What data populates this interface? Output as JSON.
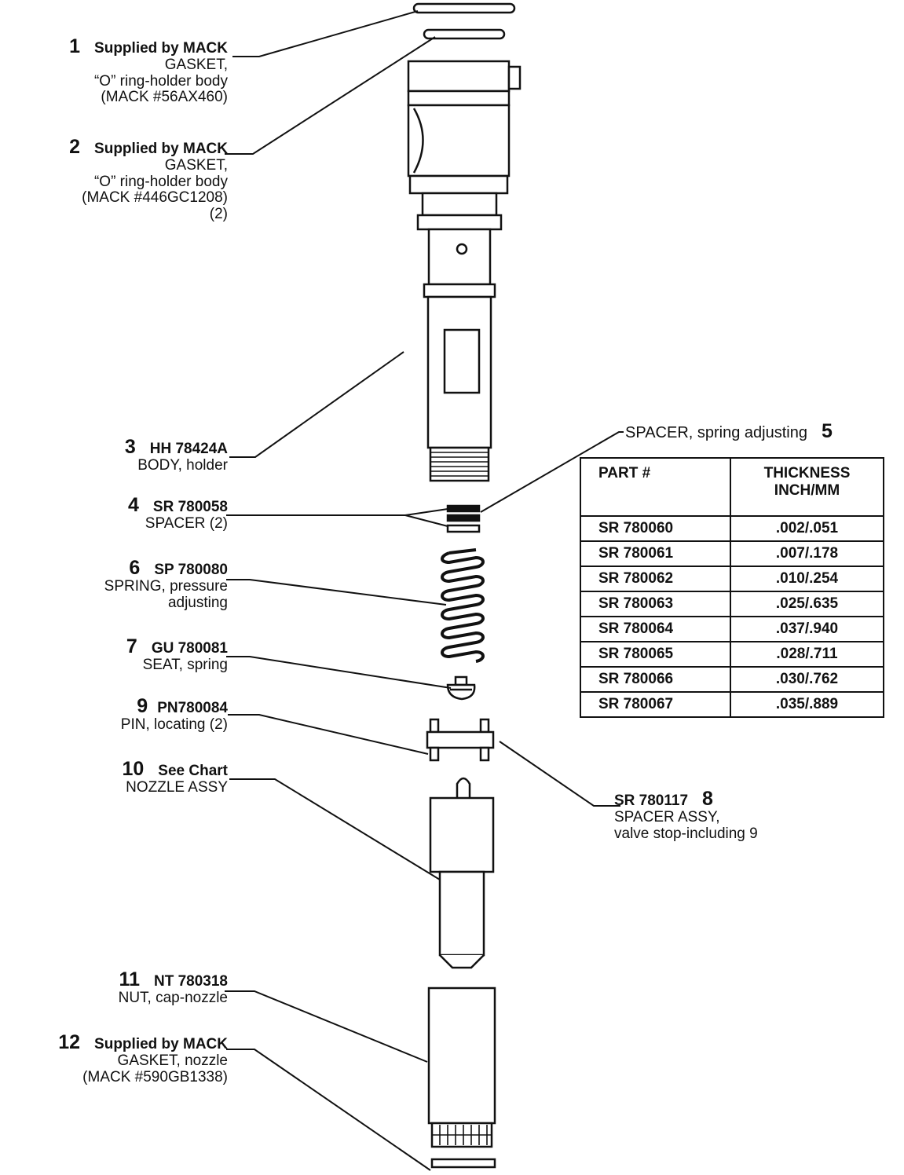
{
  "callouts": {
    "c1": {
      "num": "1",
      "part": "Supplied by MACK",
      "desc": [
        "GASKET,",
        "“O” ring-holder body",
        "(MACK #56AX460)"
      ]
    },
    "c2": {
      "num": "2",
      "part": "Supplied by MACK",
      "desc": [
        "GASKET,",
        "“O” ring-holder body",
        "(MACK #446GC1208)",
        "(2)"
      ]
    },
    "c3": {
      "num": "3",
      "part": "HH 78424A",
      "desc": [
        "BODY, holder"
      ]
    },
    "c4": {
      "num": "4",
      "part": "SR 780058",
      "desc": [
        "SPACER (2)"
      ]
    },
    "c5": {
      "num": "5",
      "label": "SPACER, spring adjusting"
    },
    "c6": {
      "num": "6",
      "part": "SP 780080",
      "desc": [
        "SPRING, pressure",
        "adjusting"
      ]
    },
    "c7": {
      "num": "7",
      "part": "GU 780081",
      "desc": [
        "SEAT, spring"
      ]
    },
    "c8": {
      "num": "8",
      "part": "SR 780117",
      "desc": [
        "SPACER ASSY,",
        "valve stop-including 9"
      ]
    },
    "c9": {
      "num": "9",
      "part": "PN780084",
      "desc": [
        "PIN, locating (2)"
      ]
    },
    "c10": {
      "num": "10",
      "part": "See Chart",
      "desc": [
        "NOZZLE ASSY"
      ]
    },
    "c11": {
      "num": "11",
      "part": "NT 780318",
      "desc": [
        "NUT, cap-nozzle"
      ]
    },
    "c12": {
      "num": "12",
      "part": "Supplied by MACK",
      "desc": [
        "GASKET, nozzle",
        "(MACK #590GB1338)"
      ]
    }
  },
  "spacer_table": {
    "headers": [
      "PART #",
      "THICKNESS",
      "INCH/MM"
    ],
    "rows": [
      [
        "SR 780060",
        ".002/.051"
      ],
      [
        "SR 780061",
        ".007/.178"
      ],
      [
        "SR 780062",
        ".010/.254"
      ],
      [
        "SR 780063",
        ".025/.635"
      ],
      [
        "SR 780064",
        ".037/.940"
      ],
      [
        "SR 780065",
        ".028/.711"
      ],
      [
        "SR 780066",
        ".030/.762"
      ],
      [
        "SR 780067",
        ".035/.889"
      ]
    ]
  },
  "colors": {
    "ink": "#111111",
    "paper": "#ffffff"
  }
}
